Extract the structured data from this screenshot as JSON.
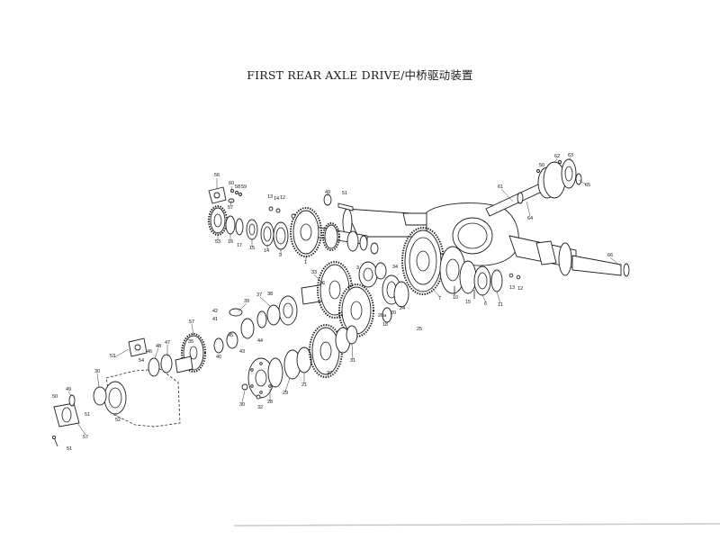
{
  "title": "FIRST REAR AXLE DRIVE/中桥驱动装置",
  "part_labels": [
    "56",
    "60",
    "58",
    "59",
    "57",
    "13",
    "14",
    "12",
    "49",
    "51",
    "53",
    "16",
    "17",
    "15",
    "14",
    "9",
    "1",
    "62",
    "63",
    "50",
    "65",
    "61",
    "64",
    "66",
    "33",
    "36",
    "39",
    "37",
    "38",
    "42",
    "41",
    "57",
    "47",
    "48",
    "46",
    "53",
    "54",
    "35",
    "40",
    "45",
    "44",
    "43",
    "30",
    "52",
    "49",
    "50",
    "51",
    "57",
    "51",
    "30",
    "32",
    "28",
    "29",
    "21",
    "27",
    "31",
    "18",
    "20a",
    "20",
    "24",
    "7",
    "15",
    "6",
    "11",
    "13",
    "12",
    "3",
    "10",
    "25",
    "34"
  ]
}
